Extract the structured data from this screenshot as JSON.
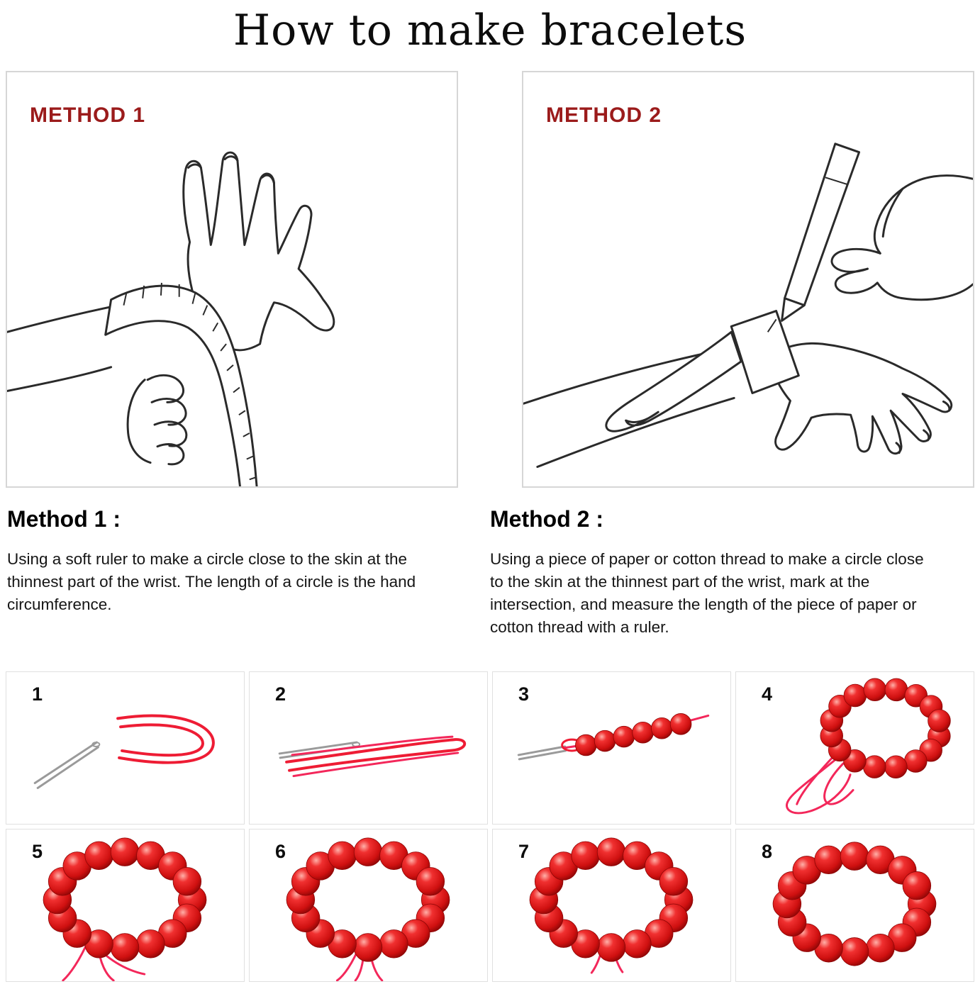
{
  "title": "How to make bracelets",
  "methods": [
    {
      "label": "METHOD 1",
      "heading": "Method 1 :",
      "description": "Using a soft ruler to make a circle close to the skin at the thinnest part of the wrist. The length of a circle is the hand circumference.",
      "illustration": "hand-measured-with-soft-ruler"
    },
    {
      "label": "METHOD 2",
      "heading": "Method 2 :",
      "description": "Using a piece of paper or cotton thread to make a circle close to the skin at the thinnest part of the wrist, mark at the intersection, and measure the length of the piece of paper or cotton thread with a ruler.",
      "illustration": "hand-marked-with-pen-on-paper-strip"
    }
  ],
  "steps": [
    {
      "number": "1",
      "icon": "needle-and-folded-red-cord"
    },
    {
      "number": "2",
      "icon": "red-cord-threaded-on-needle"
    },
    {
      "number": "3",
      "icon": "beads-strung-onto-cord"
    },
    {
      "number": "4",
      "icon": "bead-ring-with-cord-loop"
    },
    {
      "number": "5",
      "icon": "bracelet-with-loose-cords"
    },
    {
      "number": "6",
      "icon": "bracelet-with-hanging-cords"
    },
    {
      "number": "7",
      "icon": "bracelet-with-trimmed-cords"
    },
    {
      "number": "8",
      "icon": "finished-bracelet"
    }
  ],
  "colors": {
    "method_label": "#9b1b1b",
    "bead_red": "#cf1010",
    "thread_red": "#ee1c34",
    "line_art": "#2a2a2a",
    "panel_border": "#d6d6d6"
  }
}
